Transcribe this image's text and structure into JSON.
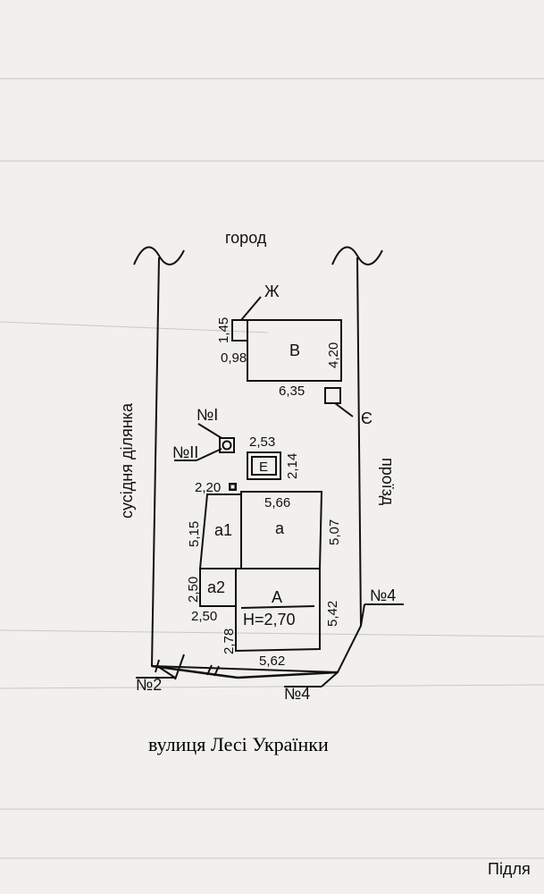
{
  "top": "город",
  "left_side": "сусідня ділянка",
  "right_side": "проїзд",
  "street": "вулиця Лесі Українки",
  "corner_text": "Підля",
  "buildings": {
    "V": {
      "name": "В",
      "w": "6,35",
      "h": "4,20"
    },
    "Zh": {
      "name": "Ж",
      "w": "0,98",
      "h": "1,45"
    },
    "Ye": {
      "name": "Є"
    },
    "E": {
      "name": "Е",
      "w": "2,53",
      "h": "2,14"
    },
    "a1": {
      "name": "а1",
      "w": "2,20",
      "h": "5,15"
    },
    "a": {
      "name": "а",
      "w": "5,66",
      "h": "5,07"
    },
    "a2": {
      "name": "а2",
      "w": "2,50",
      "h": "2,50"
    },
    "A": {
      "name": "А",
      "height": "Н=2,70",
      "w": "5,62",
      "h": "5,42",
      "d": "2,78"
    }
  },
  "markers": {
    "n1": "№I",
    "n2_well": "№II",
    "n2": "№2",
    "n4a": "№4",
    "n4b": "№4"
  }
}
